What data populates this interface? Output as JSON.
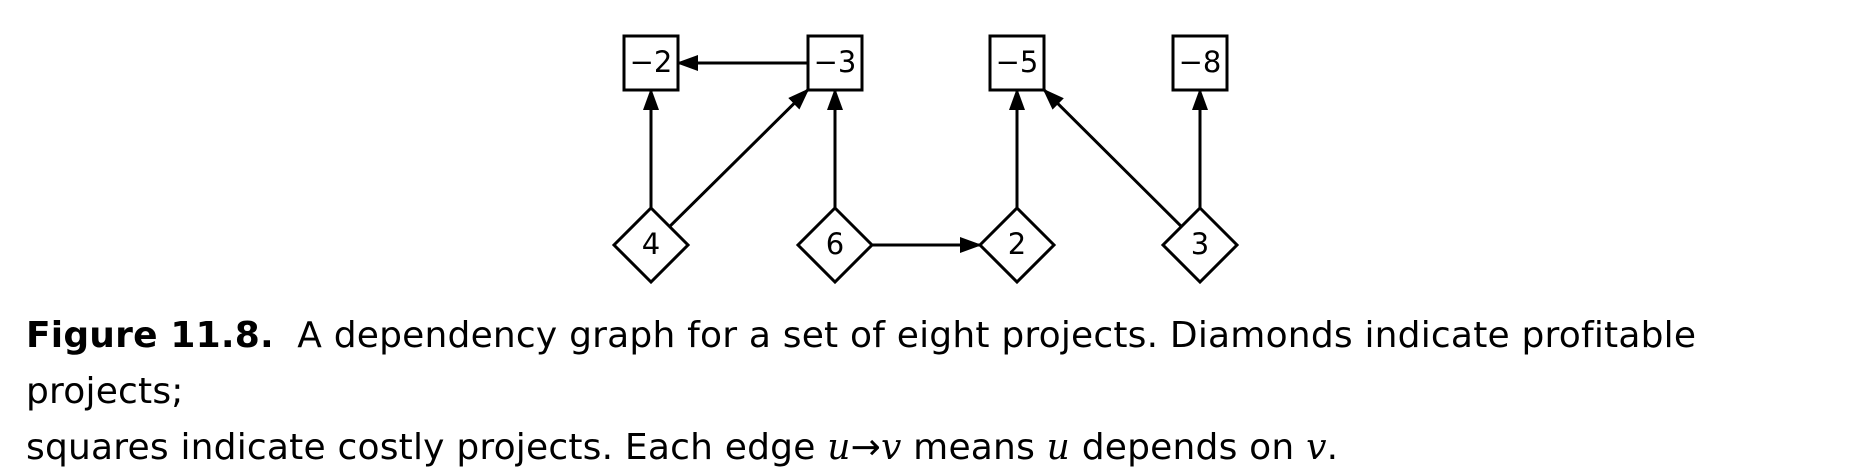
{
  "nodes": [
    {
      "id": "c1",
      "shape": "square",
      "label": "−2"
    },
    {
      "id": "c2",
      "shape": "square",
      "label": "−3"
    },
    {
      "id": "c3",
      "shape": "square",
      "label": "−5"
    },
    {
      "id": "c4",
      "shape": "square",
      "label": "−8"
    },
    {
      "id": "p1",
      "shape": "diamond",
      "label": "4"
    },
    {
      "id": "p2",
      "shape": "diamond",
      "label": "6"
    },
    {
      "id": "p3",
      "shape": "diamond",
      "label": "2"
    },
    {
      "id": "p4",
      "shape": "diamond",
      "label": "3"
    }
  ],
  "edges": [
    {
      "from": "c2",
      "to": "c1"
    },
    {
      "from": "p1",
      "to": "c1"
    },
    {
      "from": "p1",
      "to": "c2"
    },
    {
      "from": "p2",
      "to": "c2"
    },
    {
      "from": "p2",
      "to": "p3"
    },
    {
      "from": "p3",
      "to": "c3"
    },
    {
      "from": "p4",
      "to": "c3"
    },
    {
      "from": "p4",
      "to": "c4"
    }
  ],
  "caption": {
    "figure_number": "Figure 11.8.",
    "line1": "A dependency graph for a set of eight projects.  Diamonds indicate profitable projects;",
    "line2_a": "squares indicate costly projects. Each edge ",
    "var_u": "u",
    "arrow": "→",
    "var_v": "v",
    "line2_b": " means ",
    "var_u2": "u",
    "line2_c": " depends on ",
    "var_v2": "v",
    "line2_d": "."
  }
}
